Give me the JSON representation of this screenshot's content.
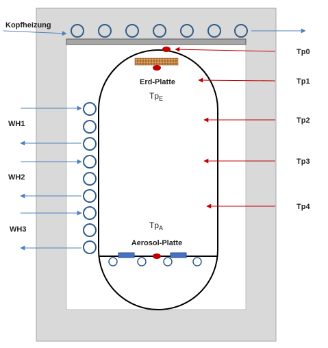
{
  "labels": {
    "kopfheizung": "Kopfheizung",
    "wh1": "WH1",
    "wh2": "WH2",
    "wh3": "WH3",
    "tp0": "Tp0",
    "tp1": "Tp1",
    "tp2": "Tp2",
    "tp3": "Tp3",
    "tp4": "Tp4",
    "erd_platte": "Erd-Platte",
    "aerosol_platte": "Aerosol-Platte",
    "tpe_main": "Tp",
    "tpe_sub": "E",
    "tpa_main": "Tp",
    "tpa_sub": "A"
  },
  "colors": {
    "outer_box": "#d9d9d9",
    "outer_border": "#a6a6a6",
    "inner_box": "#ffffff",
    "coil": "#2e5c8a",
    "plate_bar": "#a6a6a6",
    "sensor": "#c00000",
    "red_arrow": "#c00000",
    "blue_arrow": "#4f81bd",
    "aerosol_pad": "#4472c4",
    "erd_plate": "#b5651d"
  },
  "icons": {
    "coil": "circle-outline",
    "sensor": "red-ellipse",
    "pad": "blue-rectangle"
  }
}
